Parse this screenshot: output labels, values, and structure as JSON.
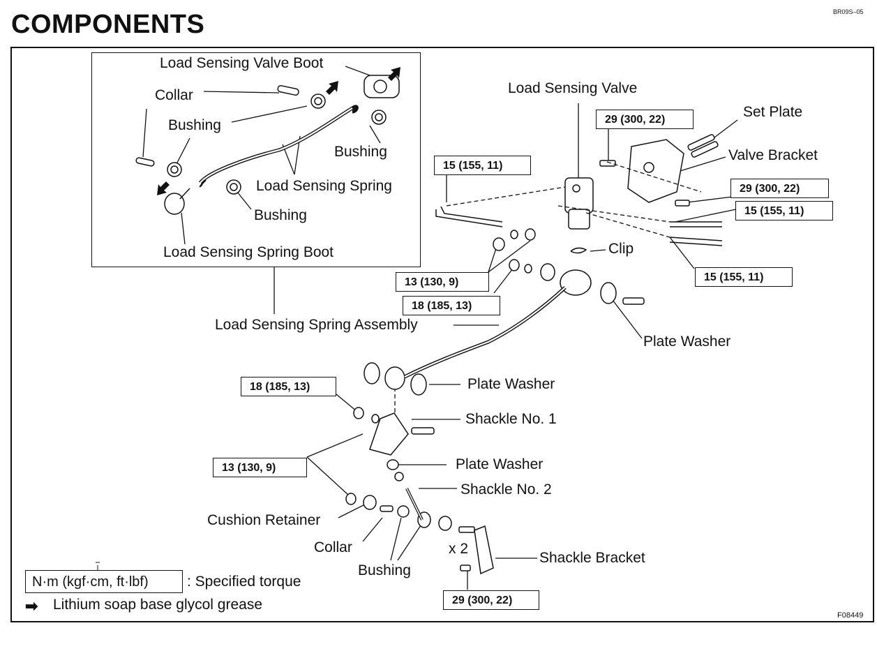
{
  "page": {
    "doc_code": "BR09S–05",
    "title": "COMPONENTS",
    "figure_code": "F08449"
  },
  "labels": {
    "valve_boot": "Load Sensing Valve Boot",
    "collar_top": "Collar",
    "bushing_1": "Bushing",
    "bushing_2": "Bushing",
    "spring": "Load Sensing Spring",
    "bushing_3": "Bushing",
    "spring_boot": "Load Sensing Spring Boot",
    "valve": "Load Sensing Valve",
    "set_plate": "Set Plate",
    "valve_bracket": "Valve Bracket",
    "clip": "Clip",
    "spring_assembly": "Load Sensing Spring Assembly",
    "plate_washer_1": "Plate Washer",
    "plate_washer_2": "Plate Washer",
    "shackle_1": "Shackle No. 1",
    "plate_washer_3": "Plate Washer",
    "shackle_2": "Shackle No. 2",
    "cushion_retainer": "Cushion Retainer",
    "collar_bottom": "Collar",
    "bushing_bottom": "Bushing",
    "x2": "x 2",
    "shackle_bracket": "Shackle Bracket"
  },
  "torques": {
    "t1": "15 (155, 11)",
    "t2": "29 (300, 22)",
    "t3": "29 (300, 22)",
    "t4": "15 (155, 11)",
    "t5": "15 (155, 11)",
    "t6": "13 (130, 9)",
    "t7": "18 (185, 13)",
    "t8": "18 (185, 13)",
    "t9": "13 (130, 9)",
    "t10": "29 (300, 22)"
  },
  "legend": {
    "unit_box": "N·m (kgf·cm, ft·lbf)",
    "unit_desc": ": Specified torque",
    "grease_desc": "Lithium soap base glycol grease"
  }
}
